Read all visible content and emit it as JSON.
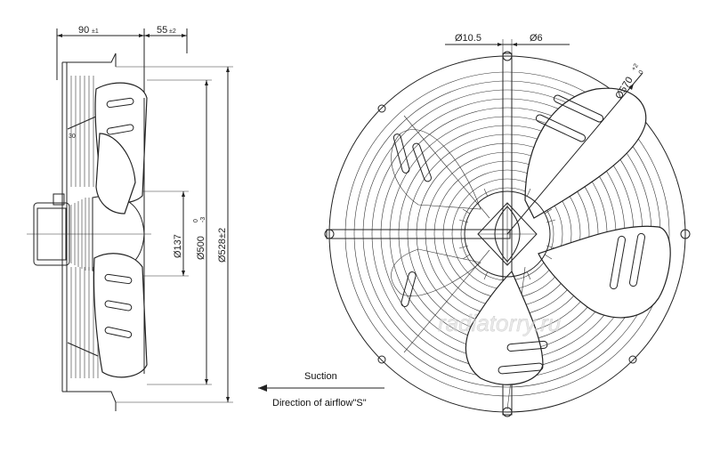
{
  "side_view": {
    "dim_depth": "90",
    "dim_depth_tol": "±1",
    "dim_offset": "55",
    "dim_offset_tol": "±2",
    "dim_small": "30",
    "dim_hub": "Ø137",
    "dim_blade": "Ø500",
    "dim_blade_tol_upper": "0",
    "dim_blade_tol_lower": "-3",
    "dim_overall": "Ø528±2"
  },
  "front_view": {
    "dim_hole": "Ø10.5",
    "dim_pin": "Ø6",
    "dim_mount": "Ø570",
    "dim_mount_tol_upper": "+2",
    "dim_mount_tol_lower": "0"
  },
  "airflow": {
    "suction_label": "Suction",
    "direction_label": "Direction of airflow\"S\""
  },
  "watermark": "radiatorry.ru"
}
